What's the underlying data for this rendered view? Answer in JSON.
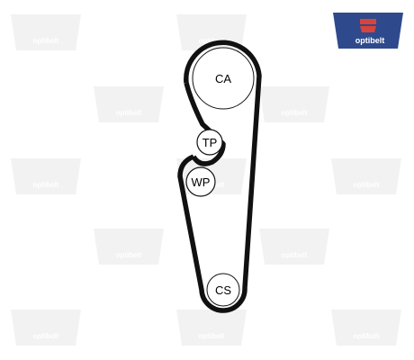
{
  "brand": {
    "name": "optibelt",
    "logo_bg": "#2e4a8c",
    "logo_mark": "#d8443a",
    "watermark_color": "#f2f2f2"
  },
  "diagram": {
    "belt_color": "#111111",
    "pulleys": [
      {
        "id": "ca",
        "label": "CA"
      },
      {
        "id": "tp",
        "label": "TP"
      },
      {
        "id": "wp",
        "label": "WP"
      },
      {
        "id": "cs",
        "label": "CS"
      }
    ]
  }
}
